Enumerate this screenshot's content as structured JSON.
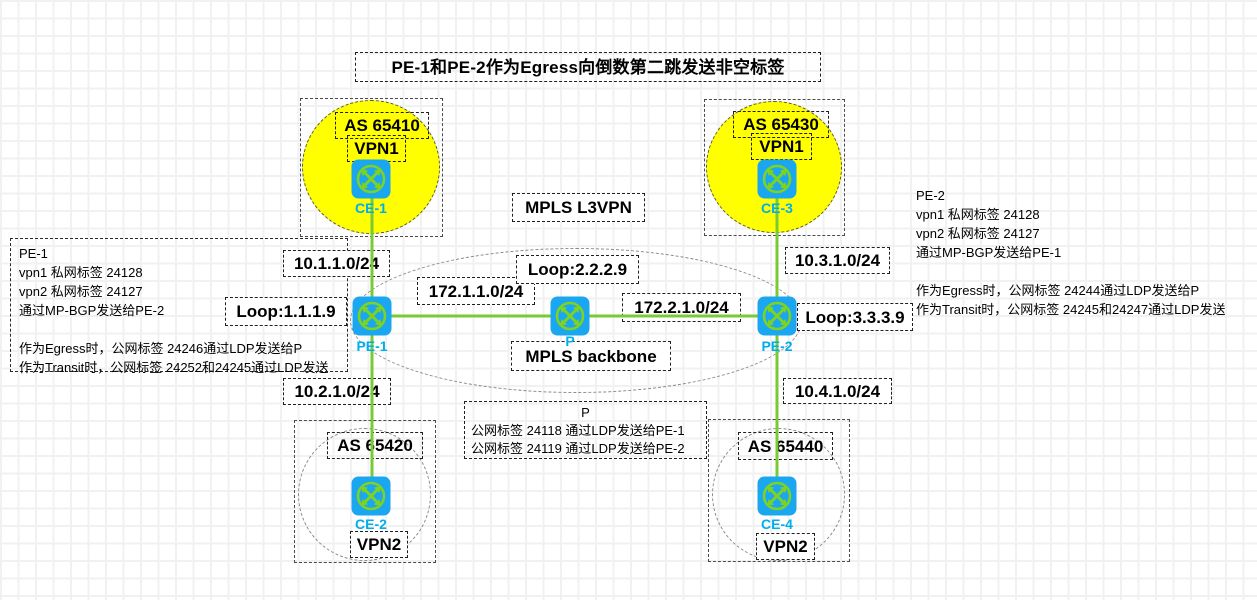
{
  "title": "PE-1和PE-2作为Egress向倒数第二跳发送非空标签",
  "colors": {
    "site_fill_vpn1": "#FFFF00",
    "router_fill": "#1BA6F0",
    "router_glyph_green": "#7ED321",
    "link_green": "#77CC33",
    "router_name_cyan": "#00AEEF",
    "grid_line": "#F1F1F1"
  },
  "backbone": {
    "region_label": "MPLS L3VPN",
    "cloud_label": "MPLS backbone"
  },
  "routers": {
    "ce1": "CE-1",
    "ce2": "CE-2",
    "ce3": "CE-3",
    "ce4": "CE-4",
    "pe1": "PE-1",
    "p": "P",
    "pe2": "PE-2"
  },
  "sites": {
    "top_left": {
      "as": "AS 65410",
      "vpn": "VPN1"
    },
    "top_right": {
      "as": "AS 65430",
      "vpn": "VPN1"
    },
    "bottom_left": {
      "as": "AS 65420",
      "vpn": "VPN2"
    },
    "bottom_right": {
      "as": "AS 65440",
      "vpn": "VPN2"
    }
  },
  "links": {
    "ce1_pe1": "10.1.1.0/24",
    "pe1_ce2": "10.2.1.0/24",
    "ce3_pe2": "10.3.1.0/24",
    "pe2_ce4": "10.4.1.0/24",
    "pe1_p": "172.1.1.0/24",
    "p_pe2": "172.2.1.0/24"
  },
  "loopbacks": {
    "pe1": "Loop:1.1.1.9",
    "p": "Loop:2.2.2.9",
    "pe2": "Loop:3.3.3.9"
  },
  "notes": {
    "pe1": {
      "l1": "PE-1",
      "l2": "vpn1 私网标签  24128",
      "l3": "vpn2 私网标签  24127",
      "l4": "通过MP-BGP发送给PE-2",
      "l5": "作为Egress时，公网标签 24246通过LDP发送给P",
      "l6": "作为Transit时，公网标签 24252和24245通过LDP发送"
    },
    "pe2": {
      "l1": "PE-2",
      "l2": "vpn1 私网标签  24128",
      "l3": "vpn2 私网标签  24127",
      "l4": "通过MP-BGP发送给PE-1",
      "l5": "作为Egress时，公网标签 24244通过LDP发送给P",
      "l6": "作为Transit时，公网标签 24245和24247通过LDP发送"
    },
    "p": {
      "l1": "P",
      "l2": "公网标签 24118 通过LDP发送给PE-1",
      "l3": "公网标签 24119 通过LDP发送给PE-2"
    }
  }
}
